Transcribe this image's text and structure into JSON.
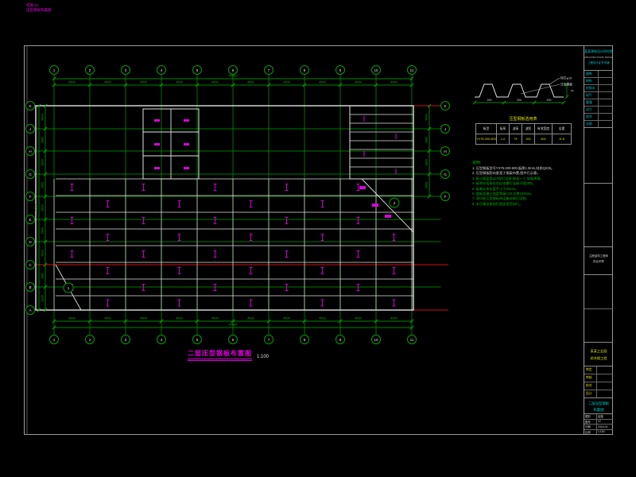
{
  "sheet": {
    "corner_stamp": [
      "结施-12",
      "压型钢板布置图"
    ],
    "title": "二层压型钢板布置图",
    "scale": "1:100"
  },
  "colors": {
    "grid": "#00a000",
    "axis_red": "#cc1010",
    "line": "#e2e2e2",
    "mark": "#dd00dd",
    "dim": "#00b000",
    "cyan": "#00c8c8",
    "yellow": "#e0e000",
    "white": "#d8d8d8",
    "green_text": "#00b400"
  },
  "plan": {
    "axes_x": [
      "1",
      "2",
      "3",
      "4",
      "5",
      "6",
      "7",
      "8",
      "9",
      "10",
      "11"
    ],
    "bays_x": [
      "4500",
      "4500",
      "4500",
      "4500",
      "4500",
      "4500",
      "4500",
      "4500",
      "4500",
      "4500"
    ],
    "total_x": "45000",
    "axes_y": [
      "K",
      "J",
      "H",
      "G",
      "F",
      "E",
      "D",
      "C",
      "B",
      "A"
    ],
    "bays_y": [
      "2800",
      "2800",
      "2800",
      "2800",
      "2800",
      "2800",
      "2800",
      "2800",
      "2800"
    ],
    "total_y": "25200",
    "right_axes": [
      "K",
      "J",
      "H",
      "G",
      "F"
    ],
    "bays_right": [
      "2800",
      "2800",
      "2800",
      "2800"
    ],
    "detail_refs": [
      "1",
      "2"
    ]
  },
  "detail": {
    "labels": [
      "栓钉φ19",
      "压型钢板"
    ],
    "dims": [
      "200",
      "200",
      "200"
    ],
    "height_dim": "75",
    "table_title": "压型钢板选用表",
    "table": {
      "headers": [
        "板型",
        "板厚",
        "波高",
        "波距",
        "有效宽度",
        "自重"
      ],
      "row": [
        "YX75-200-600",
        "1.0",
        "75",
        "200",
        "600",
        "11.8"
      ]
    }
  },
  "notes": {
    "heading": "说明:",
    "items": [
      "1. 压型钢板型号YX75-200-600,板厚1.0mm,材质Q235。",
      "2. 压型钢板肋向垂直于钢梁布置,图中已示意。",
      "3. 板与钢梁用φ19栓钉连接,每波一个,穿板焊接。",
      "4. 板侧向搭接处用自攻螺钉连接,间距300。",
      "5. 板端支承长度不小于50mm。",
      "6. 楼板混凝土强度等级C30,总厚120mm。",
      "7. 洞口处压型钢板待设备安装后切割。",
      "8. 未尽事宜按现行国家规范执行。"
    ],
    "item_colors": [
      "w",
      "w",
      "g",
      "g",
      "g",
      "g",
      "g",
      "g"
    ]
  },
  "titleblock": {
    "company": [
      "某某建筑设计研究院",
      "ARCHITECTURAL DESIGN INSTITUTE",
      "工程设计证书 甲级"
    ],
    "disciplines": [
      "建筑",
      "结构",
      "给排水",
      "电气",
      "暖通",
      "动力",
      "经济",
      "总图"
    ],
    "stamp_lines": [
      "注册结构工程师",
      "执业印章"
    ],
    "project": [
      "某某工业园",
      "综合楼工程"
    ],
    "sign_rows": [
      "审定",
      "审核",
      "校对",
      "设计"
    ],
    "drawing_name": [
      "二层压型钢板",
      "布置图"
    ],
    "info_rows": [
      [
        "图别",
        "结施"
      ],
      [
        "图号",
        "12"
      ],
      [
        "日期",
        "2016.04"
      ],
      [
        "比例",
        "1:100"
      ]
    ]
  }
}
